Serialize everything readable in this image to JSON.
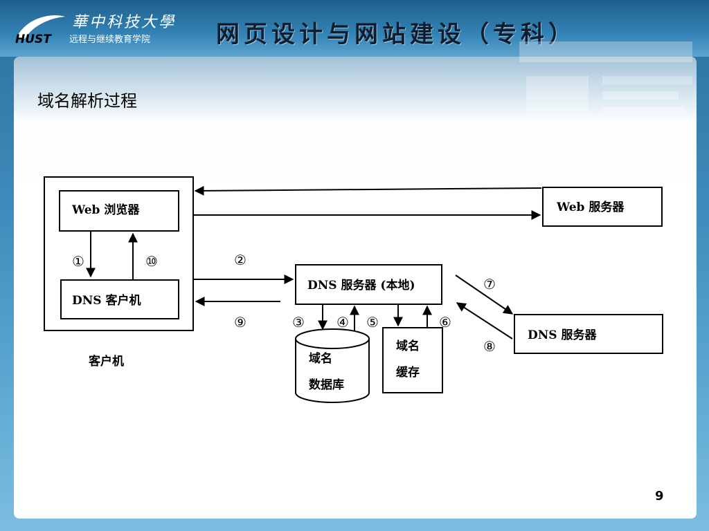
{
  "header": {
    "university_name": "華中科技大學",
    "school_name": "远程与继续教育学院",
    "logo_text": "HUST",
    "course_title": "网页设计与网站建设（专科）"
  },
  "slide": {
    "title": "域名解析过程",
    "page_number": "9"
  },
  "diagram": {
    "nodes": {
      "web_browser": "Web 浏览器",
      "dns_client": "DNS 客户机",
      "client_group_label": "客户机",
      "web_server": "Web 服务器",
      "local_dns_server": "DNS 服务器 (本地)",
      "remote_dns_server": "DNS 服务器",
      "domain_db_line1": "域名",
      "domain_db_line2": "数据库",
      "domain_cache_line1": "域名",
      "domain_cache_line2": "缓存"
    },
    "steps": {
      "s1": "①",
      "s2": "②",
      "s3": "③",
      "s4": "④",
      "s5": "⑤",
      "s6": "⑥",
      "s7": "⑦",
      "s8": "⑧",
      "s9": "⑨",
      "s10": "⑩"
    }
  },
  "colors": {
    "header_dark": "#1f5f8c",
    "header_light": "#5ea3cf",
    "line": "#000000"
  }
}
